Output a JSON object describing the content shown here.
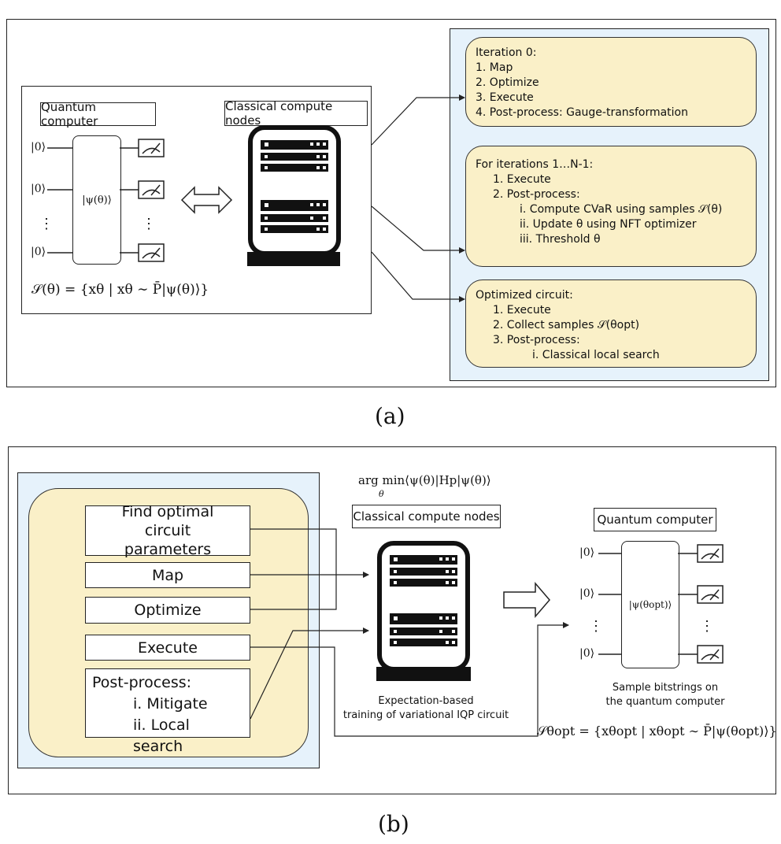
{
  "panel_a": {
    "quantum_label": "Quantum computer",
    "classical_label": "Classical compute nodes",
    "ket0": "|0⟩",
    "vdots": "⋮",
    "psi": "|ψ(θ)⟩",
    "sample_eq": "𝒮(θ) = {xθ | xθ ∼ P̄|ψ(θ)⟩}",
    "box1": [
      "Iteration 0:",
      "1.  Map",
      "2.  Optimize",
      "3.  Execute",
      "4.  Post-process: Gauge-transformation"
    ],
    "box2": [
      "For iterations  1…N-1:",
      "1.   Execute",
      "2.   Post-process:",
      "i.   Compute CVaR using samples 𝒮(θ)",
      "ii.   Update θ using NFT optimizer",
      "iii.  Threshold θ"
    ],
    "box3": [
      "Optimized circuit:",
      "1.   Execute",
      "2.   Collect samples 𝒮(θopt)",
      "3.   Post-process:",
      "i.  Classical local search"
    ],
    "sub_label": "(a)"
  },
  "panel_b": {
    "argmin": "arg min⟨ψ(θ)|Hp|ψ(θ)⟩",
    "argmin_sub": "θ",
    "classical_label": "Classical compute nodes",
    "quantum_label": "Quantum computer",
    "steps": {
      "find": "Find optimal circuit parameters",
      "map": "Map",
      "optimize": "Optimize",
      "execute": "Execute",
      "post_title": "Post-process:",
      "post_i": "i. Mitigate",
      "post_ii": "ii. Local search"
    },
    "server_caption_1": "Expectation-based",
    "server_caption_2": "training of variational IQP circuit",
    "quantum_caption_1": "Sample bitstrings on",
    "quantum_caption_2": "the quantum computer",
    "ket0": "|0⟩",
    "vdots": "⋮",
    "psi": "|ψ(θopt)⟩",
    "sample_eq": "𝒮θopt = {xθopt | xθopt ∼ P̄|ψ(θopt)⟩}",
    "sub_label": "(b)"
  },
  "colors": {
    "yellow": "#faf0c8",
    "blue": "#e6f2fb",
    "line": "#222222"
  }
}
